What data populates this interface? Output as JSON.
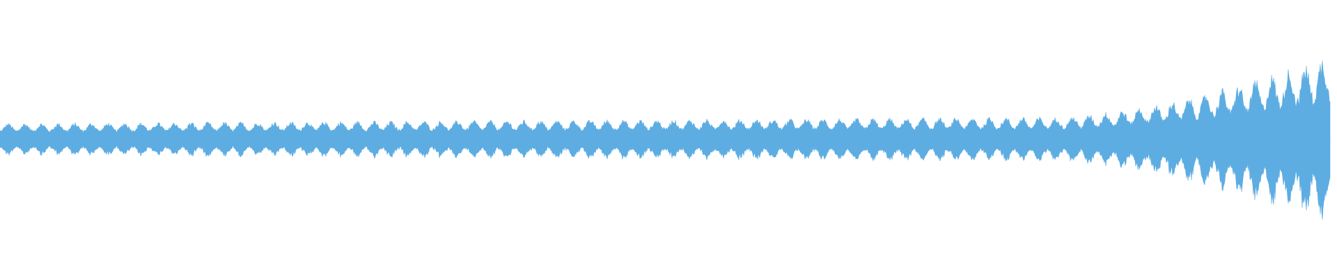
{
  "waveform": {
    "color": "#5dade2",
    "background": "#ffffff",
    "segments": [
      {
        "start": 0.0,
        "end": 0.8,
        "amplitude_start": 0.05,
        "amplitude_end": 0.07
      },
      {
        "start": 0.8,
        "end": 1.0,
        "amplitude_start": 0.07,
        "amplitude_end": 0.27
      }
    ],
    "pulse_count": 80,
    "end_fraction": 0.995
  }
}
